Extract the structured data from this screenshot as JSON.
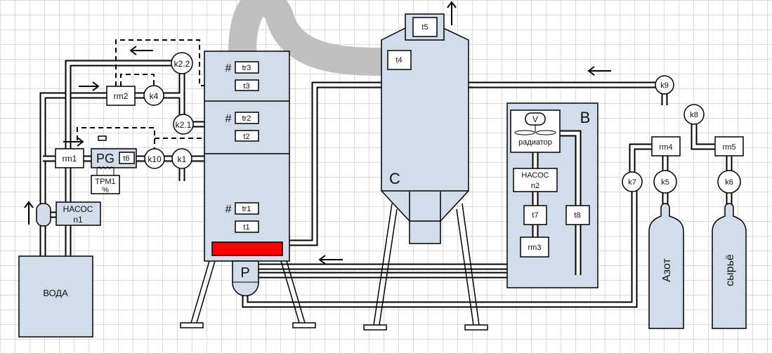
{
  "colors": {
    "vessel": "#d3dde9",
    "heater": "#ff0000",
    "duct": "#c0c0c0"
  },
  "labels": {
    "water": "ВОДА",
    "pump1_a": "НАСОС",
    "pump1_b": "n1",
    "rm1": "rm1",
    "rm2": "rm2",
    "rm3": "rm3",
    "rm4": "rm4",
    "rm5": "rm5",
    "pg": "PG",
    "t6": "t6",
    "trm_a": "ТРМ1",
    "trm_b": "%",
    "k1": "k1",
    "k10": "k10",
    "k4": "k4",
    "k21": "k2.1",
    "k22": "k2.2",
    "k5": "k5",
    "k6": "k6",
    "k7": "k7",
    "k8": "k8",
    "k9": "k9",
    "hash": "#",
    "tr1": "tr1",
    "tr2": "tr2",
    "tr3": "tr3",
    "t1": "t1",
    "t2": "t2",
    "t3": "t3",
    "t4": "t4",
    "t5": "t5",
    "t7": "t7",
    "t8": "t8",
    "p": "P",
    "c": "C",
    "b": "B",
    "v": "V",
    "radiator": "радиатор",
    "pump2_a": "НАСОС",
    "pump2_b": "n2",
    "nitrogen": "Азот",
    "feedstock": "сырьё"
  }
}
